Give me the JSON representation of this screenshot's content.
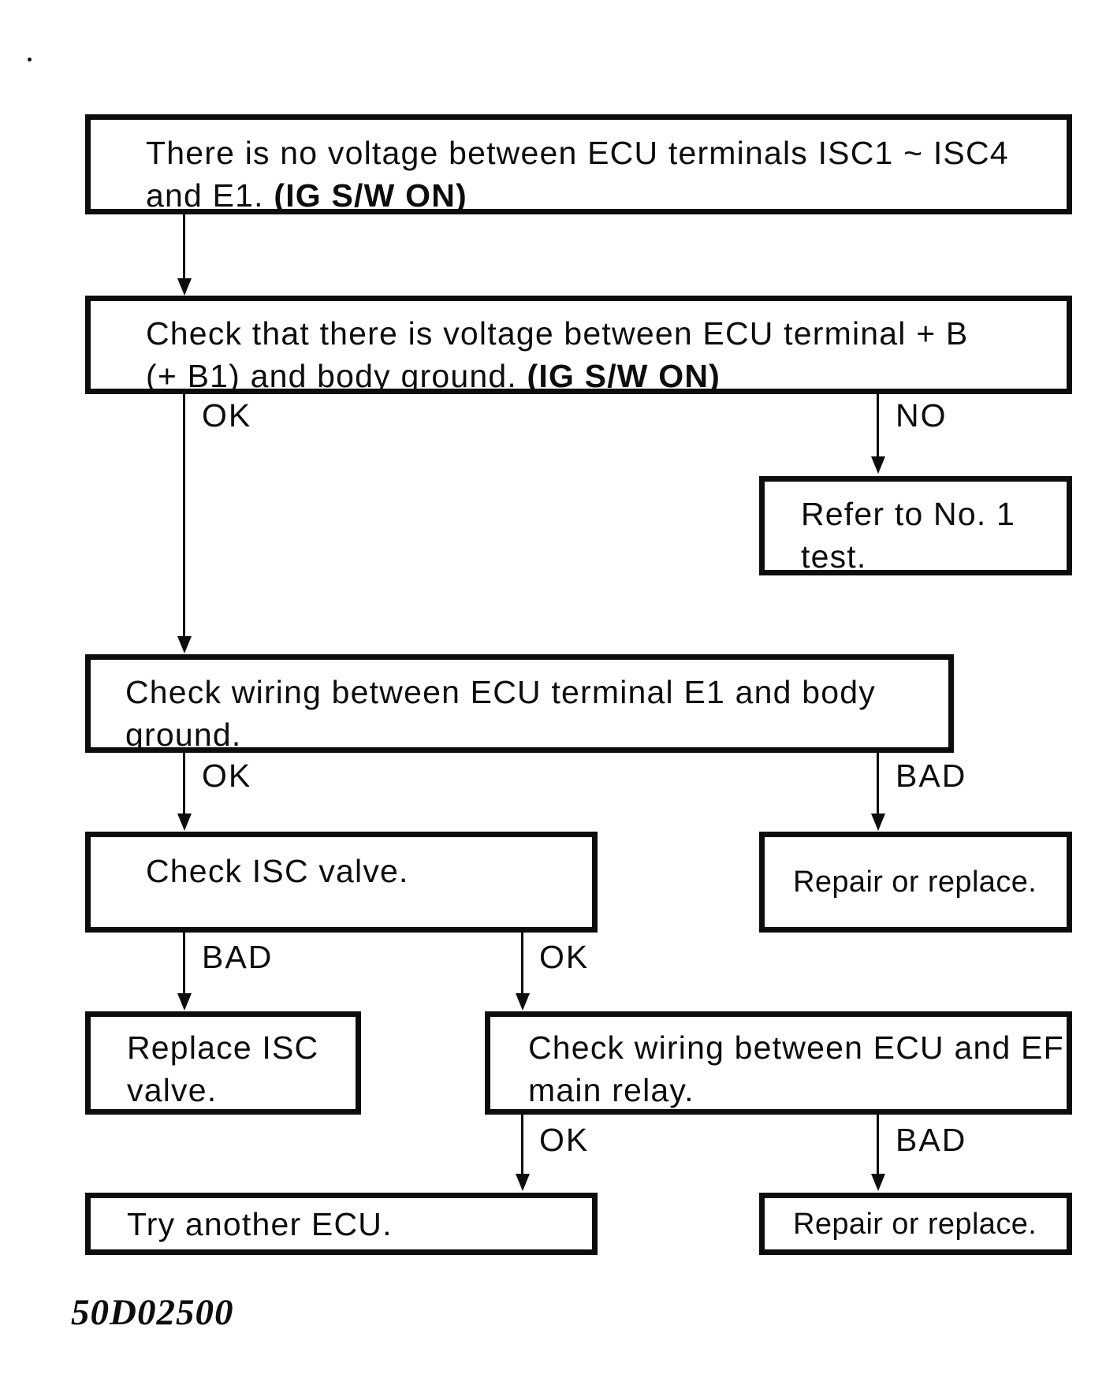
{
  "figure": {
    "code": "50D02500"
  },
  "colors": {
    "ink": "#0d0d0d",
    "paper": "#ffffff"
  },
  "nodes": {
    "no_voltage": {
      "line1": "There is no voltage between ECU terminals ISC1 ~ ISC4",
      "line2": "and E1. ",
      "line2_bold": "(IG S/W ON)"
    },
    "check_voltage": {
      "line1": "Check that there is voltage between ECU terminal + B",
      "line2": "(+ B1) and body ground. ",
      "line2_bold": "(IG S/W ON)"
    },
    "refer_no1": {
      "line1": "Refer to No. 1",
      "line2": "test."
    },
    "check_wiring_e1": {
      "line1": "Check wiring between ECU terminal E1 and body",
      "line2": "ground."
    },
    "check_isc_valve": {
      "line1": "Check ISC valve."
    },
    "repair_or_replace_top": {
      "line1": "Repair or replace."
    },
    "replace_isc_valve": {
      "line1": "Replace ISC",
      "line2": "valve."
    },
    "check_wiring_efi": {
      "line1": "Check wiring between ECU and EFI",
      "line2": "main relay."
    },
    "try_another_ecu": {
      "line1": "Try another ECU."
    },
    "repair_or_replace_bottom": {
      "line1": "Repair or replace."
    }
  },
  "branches": {
    "voltage_ok": "OK",
    "voltage_no": "NO",
    "wiring_e1_ok": "OK",
    "wiring_e1_bad": "BAD",
    "isc_valve_bad": "BAD",
    "isc_valve_ok": "OK",
    "wiring_efi_ok": "OK",
    "wiring_efi_bad": "BAD"
  }
}
